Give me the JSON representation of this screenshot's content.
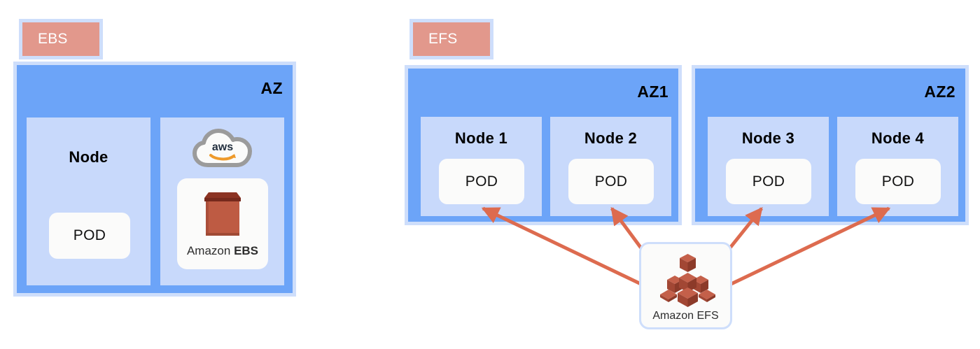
{
  "diagram": {
    "title_left": "EBS",
    "title_right": "EFS",
    "accent_salmon": "#E2988C",
    "accent_blue": "#6CA4F8",
    "accent_light_blue": "#C8D9FB",
    "arrow_color": "#DD6B4F",
    "aws_orange": "#EE9A2B",
    "aws_gray": "#9B9B9B",
    "service_red": "#B84C3A"
  },
  "ebs_section": {
    "tag_label": "EBS",
    "az": {
      "label": "AZ",
      "node": {
        "label": "Node",
        "pod_label": "POD"
      },
      "storage": {
        "cloud_icon_text": "aws",
        "service_caption_normal": "Amazon ",
        "service_caption_bold": "EBS",
        "icon_name": "amazon-ebs-icon"
      }
    }
  },
  "efs_section": {
    "tag_label": "EFS",
    "zones": [
      {
        "label": "AZ1",
        "nodes": [
          {
            "label": "Node 1",
            "pod_label": "POD"
          },
          {
            "label": "Node 2",
            "pod_label": "POD"
          }
        ]
      },
      {
        "label": "AZ2",
        "nodes": [
          {
            "label": "Node 3",
            "pod_label": "POD"
          },
          {
            "label": "Node 4",
            "pod_label": "POD"
          }
        ]
      }
    ],
    "storage": {
      "service_caption": "Amazon EFS",
      "icon_name": "amazon-efs-icon"
    },
    "connections": [
      {
        "from": "amazon-efs",
        "to": "Node 1 POD"
      },
      {
        "from": "amazon-efs",
        "to": "Node 2 POD"
      },
      {
        "from": "amazon-efs",
        "to": "Node 3 POD"
      },
      {
        "from": "amazon-efs",
        "to": "Node 4 POD"
      }
    ]
  }
}
